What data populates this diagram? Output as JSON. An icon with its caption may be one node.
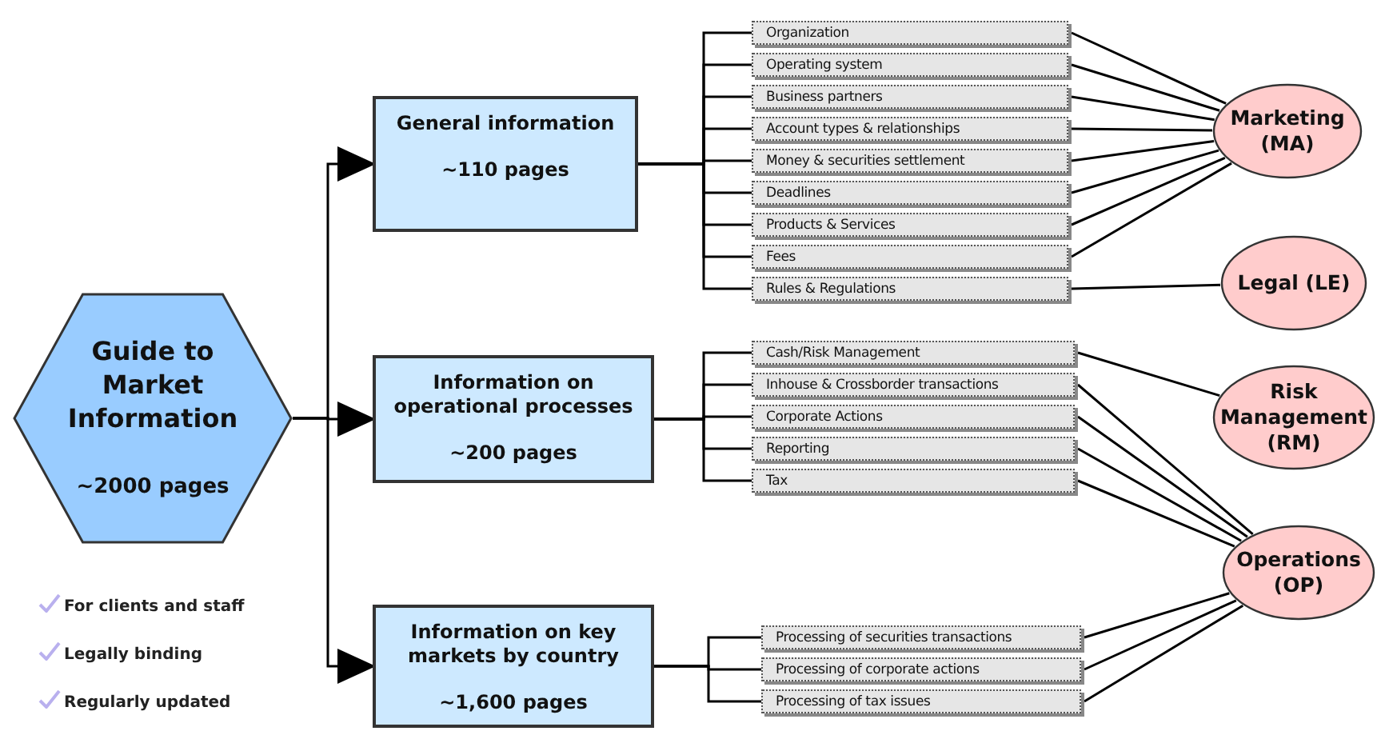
{
  "diagram": {
    "nodes": [
      {
        "text": [
          "Guide to Market Information",
          "~2000 pages"
        ]
      },
      {
        "text": [
          "General information",
          "~110 pages"
        ]
      },
      {
        "text": [
          "Information on operational processes",
          "~200 pages"
        ]
      },
      {
        "text": [
          "Information on key markets by country",
          "~1,600 pages"
        ]
      },
      {
        "text": [
          "Organization"
        ]
      },
      {
        "text": [
          "Operating system"
        ]
      },
      {
        "text": [
          "Business partners"
        ]
      },
      {
        "text": [
          "Account types & relationships"
        ]
      },
      {
        "text": [
          "Money & securities settlement"
        ]
      },
      {
        "text": [
          "Deadlines"
        ]
      },
      {
        "text": [
          "Products & Services"
        ]
      },
      {
        "text": [
          "Fees"
        ]
      },
      {
        "text": [
          "Rules & Regulations"
        ]
      },
      {
        "text": [
          "Cash/Risk Management"
        ]
      },
      {
        "text": [
          "Inhouse & Crossborder transactions"
        ]
      },
      {
        "text": [
          "Corporate Actions"
        ]
      },
      {
        "text": [
          "Reporting"
        ]
      },
      {
        "text": [
          "Tax"
        ]
      },
      {
        "text": [
          "Processing of securities transactions"
        ]
      },
      {
        "text": [
          "Processing of corporate actions"
        ]
      },
      {
        "text": [
          "Processing of tax issues"
        ]
      },
      {
        "text": [
          "Marketing (MA)"
        ]
      },
      {
        "text": [
          "Legal (LE)"
        ]
      },
      {
        "text": [
          "Risk Management (RM)"
        ]
      },
      {
        "text": [
          "Operations (OP)"
        ]
      }
    ],
    "edges": [
      {
        "from": 0,
        "to": 1,
        "arrow": "to"
      },
      {
        "from": 0,
        "to": 2,
        "arrow": "to"
      },
      {
        "from": 0,
        "to": 3,
        "arrow": "to"
      },
      {
        "from": 1,
        "to": 4,
        "arrow": "none"
      },
      {
        "from": 1,
        "to": 5,
        "arrow": "none"
      },
      {
        "from": 1,
        "to": 6,
        "arrow": "none"
      },
      {
        "from": 1,
        "to": 7,
        "arrow": "none"
      },
      {
        "from": 1,
        "to": 8,
        "arrow": "none"
      },
      {
        "from": 1,
        "to": 9,
        "arrow": "none"
      },
      {
        "from": 1,
        "to": 10,
        "arrow": "none"
      },
      {
        "from": 1,
        "to": 11,
        "arrow": "none"
      },
      {
        "from": 1,
        "to": 12,
        "arrow": "none"
      },
      {
        "from": 2,
        "to": 13,
        "arrow": "none"
      },
      {
        "from": 2,
        "to": 14,
        "arrow": "none"
      },
      {
        "from": 2,
        "to": 15,
        "arrow": "none"
      },
      {
        "from": 2,
        "to": 16,
        "arrow": "none"
      },
      {
        "from": 2,
        "to": 17,
        "arrow": "none"
      },
      {
        "from": 3,
        "to": 18,
        "arrow": "none"
      },
      {
        "from": 3,
        "to": 19,
        "arrow": "none"
      },
      {
        "from": 3,
        "to": 20,
        "arrow": "none"
      },
      {
        "from": 4,
        "to": 21,
        "arrow": "none"
      },
      {
        "from": 5,
        "to": 21,
        "arrow": "none"
      },
      {
        "from": 6,
        "to": 21,
        "arrow": "none"
      },
      {
        "from": 7,
        "to": 21,
        "arrow": "none"
      },
      {
        "from": 8,
        "to": 21,
        "arrow": "none"
      },
      {
        "from": 9,
        "to": 21,
        "arrow": "none"
      },
      {
        "from": 10,
        "to": 21,
        "arrow": "none"
      },
      {
        "from": 11,
        "to": 21,
        "arrow": "none"
      },
      {
        "from": 12,
        "to": 22,
        "arrow": "none"
      },
      {
        "from": 13,
        "to": 23,
        "arrow": "none"
      },
      {
        "from": 14,
        "to": 24,
        "arrow": "none"
      },
      {
        "from": 15,
        "to": 24,
        "arrow": "none"
      },
      {
        "from": 16,
        "to": 24,
        "arrow": "none"
      },
      {
        "from": 17,
        "to": 24,
        "arrow": "none"
      },
      {
        "from": 18,
        "to": 24,
        "arrow": "none"
      },
      {
        "from": 19,
        "to": 24,
        "arrow": "none"
      },
      {
        "from": 20,
        "to": 24,
        "arrow": "none"
      }
    ],
    "labels": [
      "For clients and staff",
      "Legally binding",
      "Regularly updated"
    ]
  }
}
